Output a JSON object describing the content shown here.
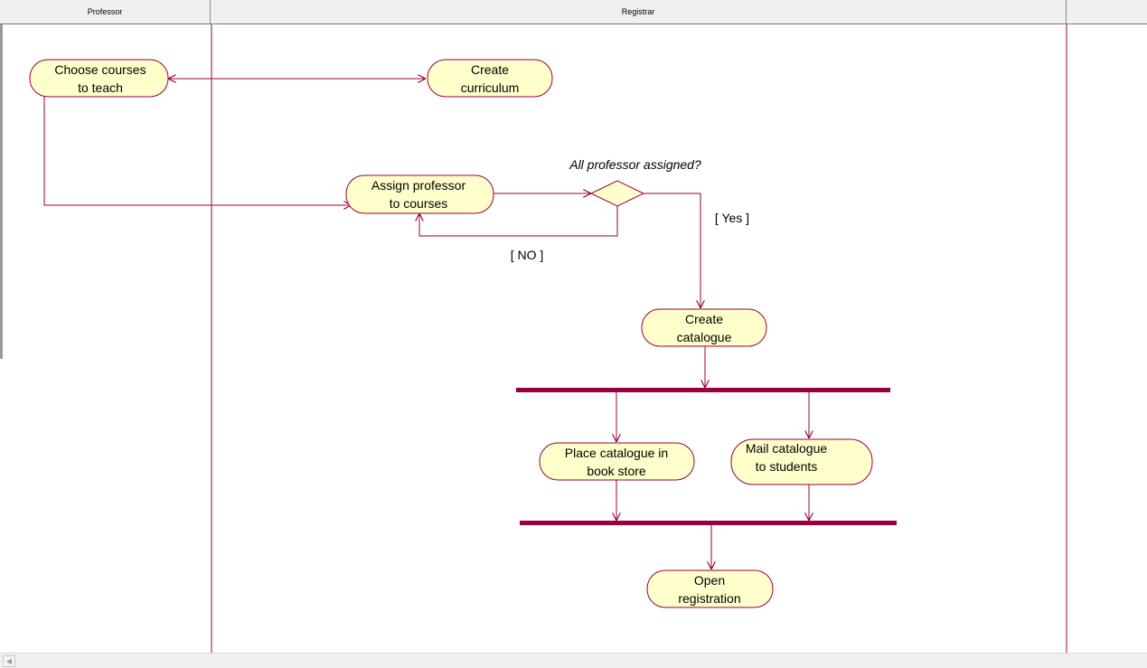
{
  "swimlanes": [
    {
      "name": "Professor"
    },
    {
      "name": "Registrar"
    },
    {
      "name": ""
    }
  ],
  "activities": [
    {
      "id": "choose",
      "lines": [
        "Choose courses",
        "to teach"
      ]
    },
    {
      "id": "curriculum",
      "lines": [
        "Create",
        "curriculum"
      ]
    },
    {
      "id": "assign",
      "lines": [
        "Assign professor",
        "to courses"
      ]
    },
    {
      "id": "catalogue",
      "lines": [
        "Create",
        "catalogue"
      ]
    },
    {
      "id": "place",
      "lines": [
        "Place catalogue in",
        "book store"
      ]
    },
    {
      "id": "mail",
      "lines": [
        "Mail catalogue",
        "to students"
      ]
    },
    {
      "id": "open",
      "lines": [
        "Open",
        "registration"
      ]
    }
  ],
  "decision": {
    "question": "All professor assigned?"
  },
  "guards": {
    "yes": "[ Yes ]",
    "no": "[ NO ]"
  },
  "colors": {
    "activity_fill": "#ffffcc",
    "line": "#990033",
    "sync_bar": "#99003f",
    "lane_divider": "#99003f"
  },
  "scrollbar": {
    "left_arrow_icon": "chevron-left-icon"
  }
}
